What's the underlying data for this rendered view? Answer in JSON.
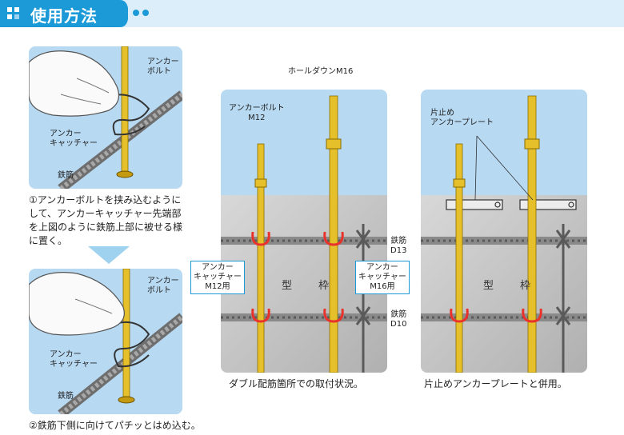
{
  "header": {
    "title": "使用方法",
    "icon": "grid-squares-icon",
    "dots": "dots-icon"
  },
  "colors": {
    "header": "#1b9ad7",
    "headerLight": "#dbeef9",
    "panelBlue": "#b7d9f2",
    "bolt": "#e6c02a",
    "catcher": "#e8322b",
    "rebar": "#8a8a8a"
  },
  "step1": {
    "labels": {
      "anchor_bolt": "アンカー\nボルト",
      "anchor_catcher": "アンカー\nキャッチャー",
      "rebar": "鉄筋"
    },
    "caption": "①アンカーボルトを挟み込むようにして、アンカーキャッチャー先端部を上図のように鉄筋上部に被せる様に置く。"
  },
  "step2": {
    "labels": {
      "anchor_bolt": "アンカー\nボルト",
      "anchor_catcher": "アンカー\nキャッチャー",
      "rebar": "鉄筋"
    },
    "caption": "②鉄筋下側に向けてパチッとはめ込む。"
  },
  "diagram_double": {
    "label_holddown": "ホールダウンM16",
    "label_anchor_bolt": "アンカーボルト\nM12",
    "label_formwork": "型　枠",
    "callout_m12": "アンカー\nキャッチャー\nM12用",
    "callout_m16": "アンカー\nキャッチャー\nM16用",
    "label_rebar_d13": "鉄筋\nD13",
    "label_rebar_d10": "鉄筋\nD10",
    "caption": "ダブル配筋箇所での取付状況。"
  },
  "diagram_plate": {
    "label_plate": "片止め\nアンカープレート",
    "label_formwork": "型　枠",
    "caption": "片止めアンカープレートと併用。"
  }
}
